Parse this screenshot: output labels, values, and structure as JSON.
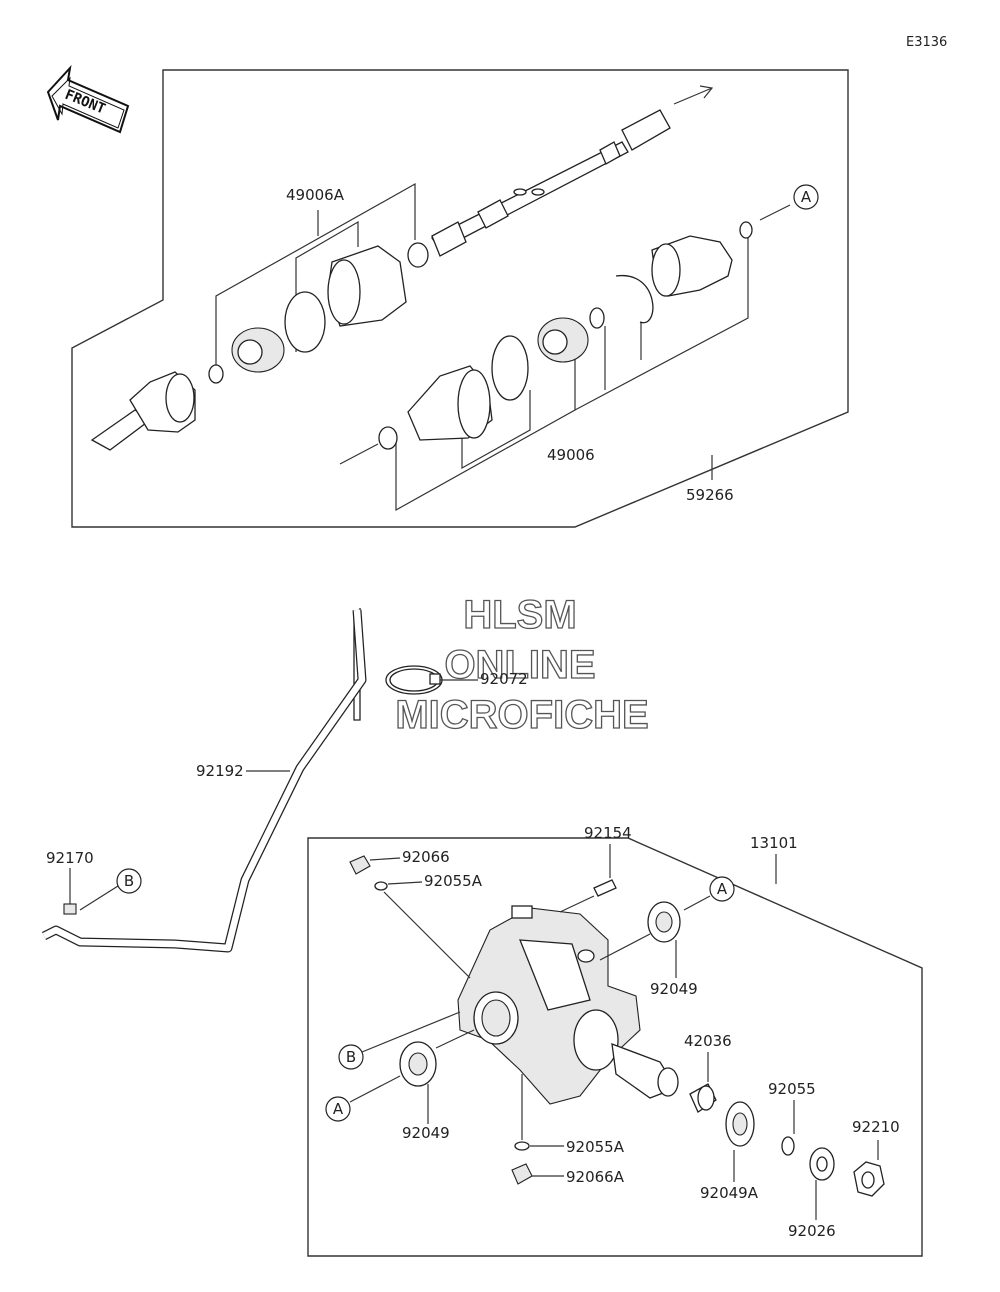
{
  "diagram_code": "E3136",
  "front_label": "FRONT",
  "watermark": [
    "HLSM",
    "ONLINE",
    "MICROFICHE"
  ],
  "part_labels": {
    "p49006A": "49006A",
    "p49006": "49006",
    "p59266": "59266",
    "p92072": "92072",
    "p92192": "92192",
    "p92170": "92170",
    "p92066": "92066",
    "p92055A": "92055A",
    "p92154": "92154",
    "p13101": "13101",
    "p92049_right": "92049",
    "p42036": "42036",
    "p92049_left": "92049",
    "p92055A_bottom": "92055A",
    "p92066A": "92066A",
    "p92055": "92055",
    "p92210": "92210",
    "p92049A": "92049A",
    "p92026": "92026"
  },
  "ref_markers": {
    "a_shaft": "A",
    "a_right": "A",
    "a_left": "A",
    "b_hose": "B",
    "b_housing": "B"
  }
}
